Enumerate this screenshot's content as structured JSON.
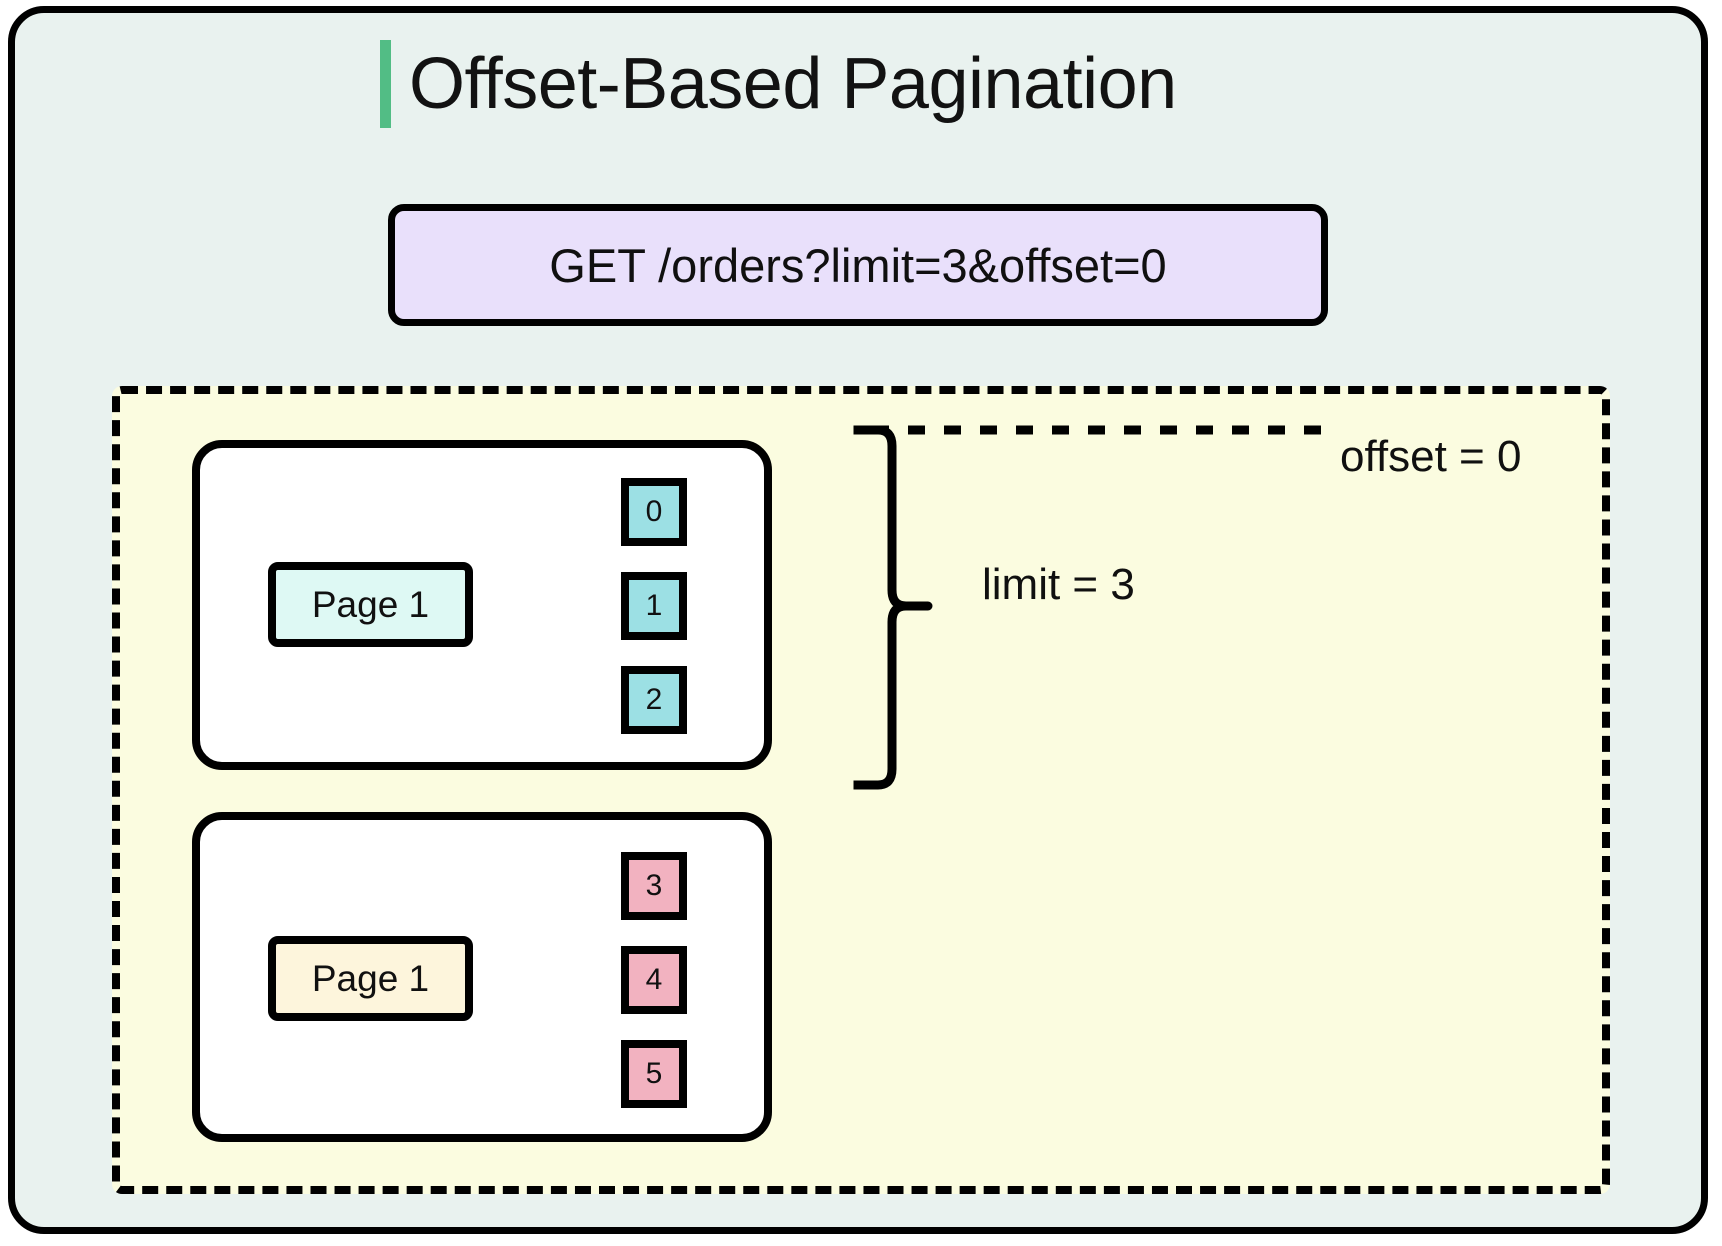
{
  "diagram": {
    "title": "Offset-Based Pagination",
    "accent_color": "#52bd85",
    "background_color": "#e9f2ef",
    "request": {
      "label": "GET /orders?limit=3&offset=0",
      "fill_color": "#e9e0fb"
    },
    "region": {
      "fill_color": "#fbfce0",
      "border_style": "dashed"
    },
    "pages": [
      {
        "label": "Page 1",
        "label_fill": "#def9f4",
        "item_fill": "#9ce0e4",
        "items": [
          "0",
          "1",
          "2"
        ]
      },
      {
        "label": "Page 1",
        "label_fill": "#fdf5dc",
        "item_fill": "#f2b2c0",
        "items": [
          "3",
          "4",
          "5"
        ]
      }
    ],
    "annotations": {
      "offset": "offset = 0",
      "limit": "limit = 3"
    }
  }
}
